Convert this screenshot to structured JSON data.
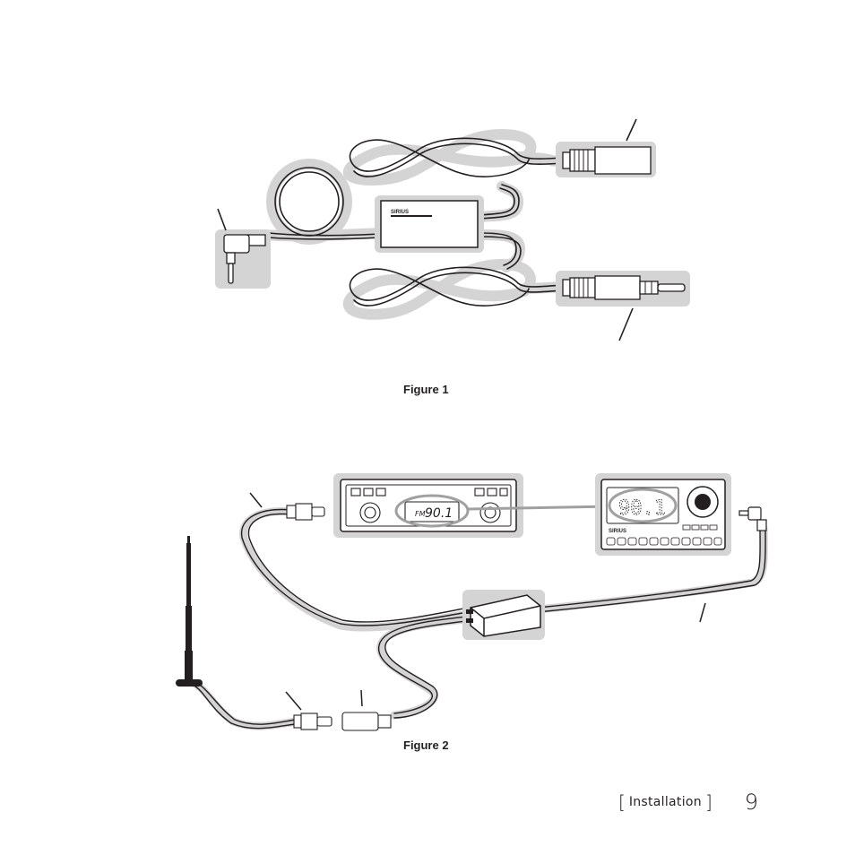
{
  "figure1": {
    "caption": "Figure 1",
    "adapter_brand": "SIRIUS"
  },
  "figure2": {
    "caption": "Figure 2",
    "car_radio_band": "FM",
    "car_radio_freq": "90.1",
    "sirius_display_freq": "90.1",
    "sirius_brand": "SIRIUS"
  },
  "footer": {
    "bracket_open": "[",
    "section": "Installation",
    "bracket_close": "]",
    "page_number": "9"
  }
}
